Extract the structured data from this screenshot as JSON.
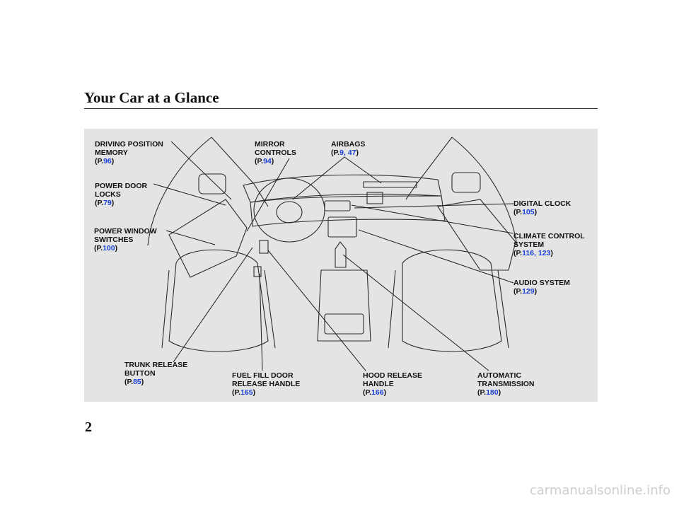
{
  "page": {
    "title": "Your Car at a Glance",
    "page_number": "2",
    "footer_watermark": "carmanualsonline.info"
  },
  "callouts": [
    {
      "id": "driving-position-memory",
      "lines": [
        "DRIVING POSITION",
        "MEMORY"
      ],
      "pages": [
        "96"
      ]
    },
    {
      "id": "power-door-locks",
      "lines": [
        "POWER DOOR",
        "LOCKS"
      ],
      "pages": [
        "79"
      ]
    },
    {
      "id": "power-window-switches",
      "lines": [
        "POWER WINDOW",
        "SWITCHES"
      ],
      "pages": [
        "100"
      ]
    },
    {
      "id": "mirror-controls",
      "lines": [
        "MIRROR",
        "CONTROLS"
      ],
      "pages": [
        "94"
      ]
    },
    {
      "id": "airbags",
      "lines": [
        "AIRBAGS"
      ],
      "pages": [
        "9",
        "47"
      ]
    },
    {
      "id": "digital-clock",
      "lines": [
        "DIGITAL CLOCK"
      ],
      "pages": [
        "105"
      ]
    },
    {
      "id": "climate-control-system",
      "lines": [
        "CLIMATE CONTROL",
        "SYSTEM"
      ],
      "pages": [
        "116",
        "123"
      ]
    },
    {
      "id": "audio-system",
      "lines": [
        "AUDIO SYSTEM"
      ],
      "pages": [
        "129"
      ]
    },
    {
      "id": "trunk-release-button",
      "lines": [
        "TRUNK RELEASE",
        "BUTTON"
      ],
      "pages": [
        "85"
      ]
    },
    {
      "id": "fuel-fill-door-release-handle",
      "lines": [
        "FUEL FILL DOOR",
        "RELEASE HANDLE"
      ],
      "pages": [
        "165"
      ]
    },
    {
      "id": "hood-release-handle",
      "lines": [
        "HOOD RELEASE",
        "HANDLE"
      ],
      "pages": [
        "166"
      ]
    },
    {
      "id": "automatic-transmission",
      "lines": [
        "AUTOMATIC",
        "TRANSMISSION"
      ],
      "pages": [
        "180"
      ]
    }
  ],
  "colors": {
    "panel": "#e4e4e4",
    "page_ref_link": "#1a3fd4",
    "text": "#111111"
  }
}
